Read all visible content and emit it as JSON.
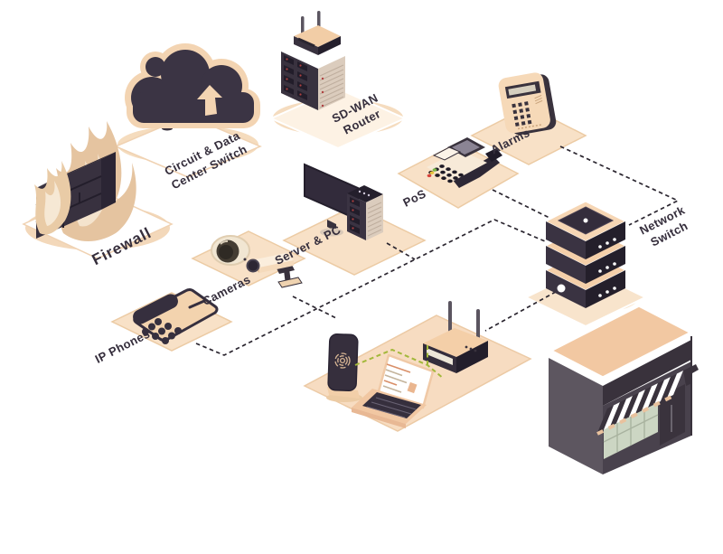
{
  "diagram": {
    "type": "isometric-network-architecture-illustration",
    "background": "#ffffff",
    "nodes": {
      "firewall": {
        "label": "Firewall",
        "icon": "firewall-icon"
      },
      "circuit_data_center_switch": {
        "label": "Circuit & Data\nCenter Switch",
        "icon": "cloud-icon"
      },
      "sd_wan_router": {
        "label": "SD-WAN\nRouter",
        "icon": "sdwan-router-icon"
      },
      "alarms": {
        "label": "Alarms",
        "icon": "alarm-panel-icon"
      },
      "pos": {
        "label": "PoS",
        "icon": "pos-terminal-icon"
      },
      "server_pc": {
        "label": "Server & PC",
        "icon": "server-pc-icon"
      },
      "cameras": {
        "label": "Cameras",
        "icon": "camera-icons"
      },
      "ip_phones": {
        "label": "IP Phones",
        "icon": "ip-phone-icon"
      },
      "network_switch": {
        "label": "Network\nSwitch",
        "icon": "network-switch-icon"
      },
      "branch_devices": {
        "icon": "smartphone-laptop-wifi-router-icons"
      },
      "store": {
        "icon": "storefront-icon"
      }
    },
    "connections": [
      {
        "from": "Alarms",
        "to": "Network Switch",
        "style": "dashed-black"
      },
      {
        "from": "PoS",
        "to": "Network Switch",
        "style": "dashed-black"
      },
      {
        "from": "IP Phones",
        "to": "Network Switch",
        "style": "dashed-black"
      },
      {
        "from": "Cameras",
        "to": "IP Phones - Network Switch trunk",
        "style": "dashed-black"
      },
      {
        "from": "Server & PC",
        "to": "IP Phones - Network Switch trunk",
        "style": "dashed-black"
      },
      {
        "from": "Network Switch",
        "to": "Wi-Fi Router",
        "style": "dashed-black"
      },
      {
        "from": "Smartphone",
        "to": "Laptop",
        "style": "dashed-green"
      },
      {
        "from": "Laptop",
        "to": "Wi-Fi Router",
        "style": "dashed-green"
      }
    ],
    "colors": {
      "peach_tile": "#f8e1c7",
      "peach_mid": "#f2cda6",
      "dark": "#39323f",
      "darker": "#241f2c",
      "beige_panel": "#dbccbd",
      "line_dark": "#2b2630",
      "green_dash": "#a3b83a",
      "store_left_wall": "#5d5660",
      "store_front_wall": "#49424d",
      "store_window": "#ccd6c3",
      "text": "#352e3c"
    }
  }
}
